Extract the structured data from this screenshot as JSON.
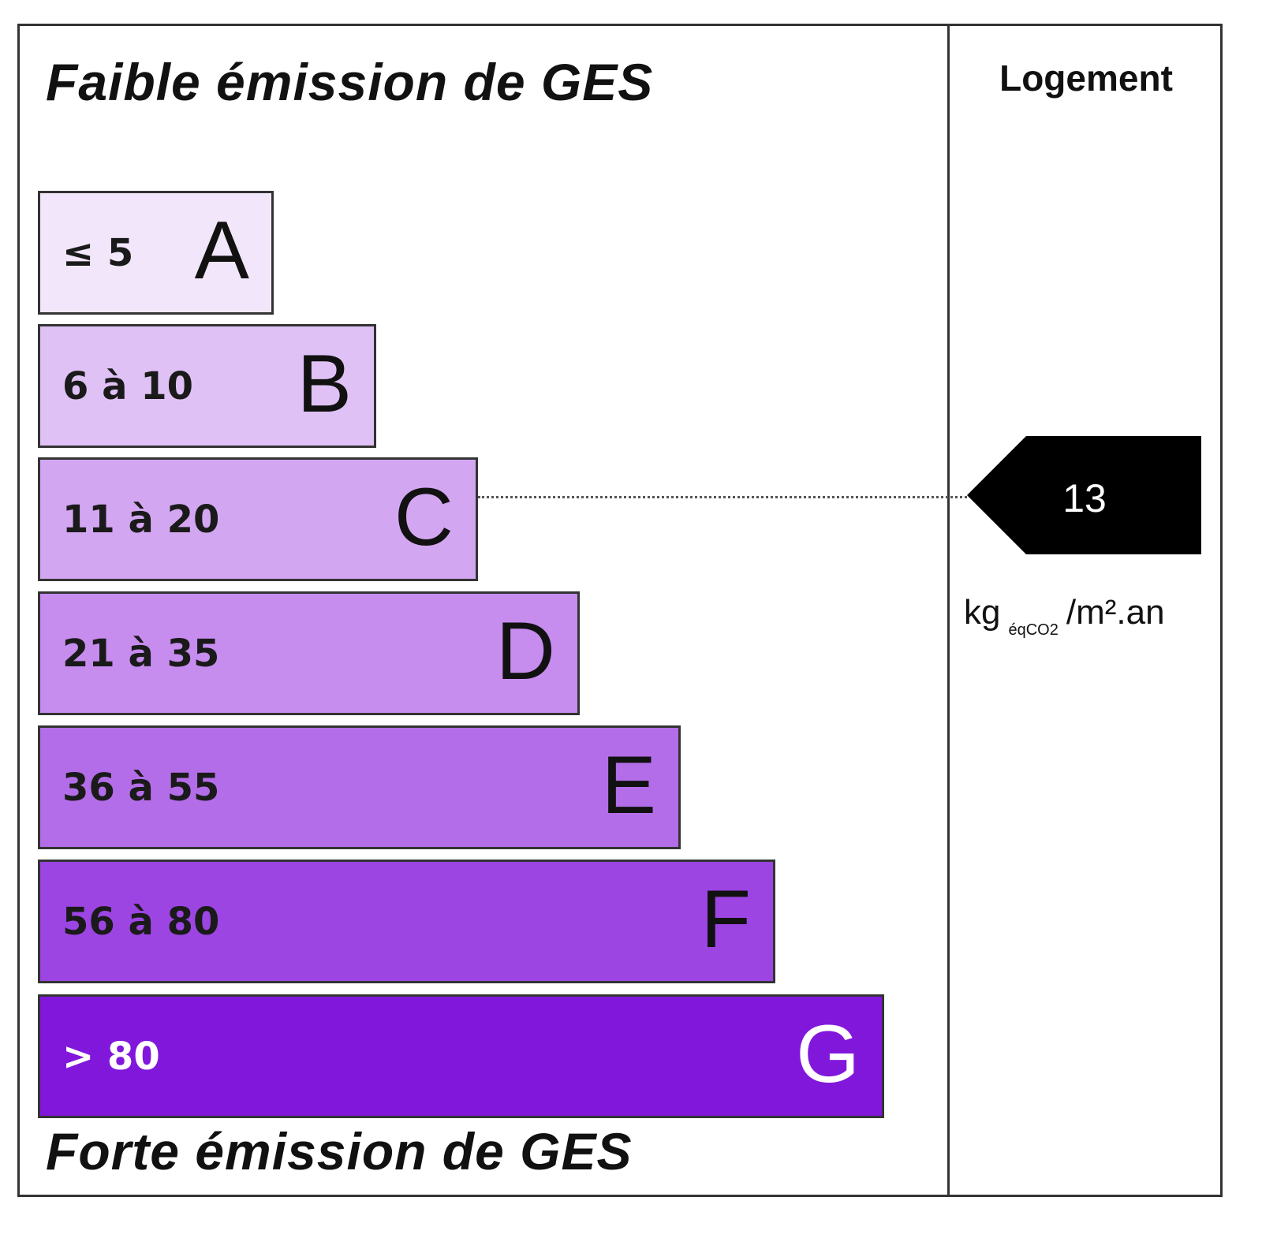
{
  "chart_data": {
    "type": "bar",
    "title_top": "Faible émission de GES",
    "title_bottom": "Forte émission de GES",
    "column_header": "Logement",
    "categories": [
      "A",
      "B",
      "C",
      "D",
      "E",
      "F",
      "G"
    ],
    "ranges": [
      "≤ 5",
      "6 à 10",
      "11 à 20",
      "21 à 35",
      "36 à 55",
      "56 à 80",
      "> 80"
    ],
    "colors": [
      "#f2e6fa",
      "#dfc1f5",
      "#d3a6f2",
      "#c68cee",
      "#b46de8",
      "#9c45e3",
      "#8217dc"
    ],
    "range_text_colors": [
      "#1a1a1a",
      "#1a1a1a",
      "#1a1a1a",
      "#1a1a1a",
      "#1a1a1a",
      "#1a1a1a",
      "#ffffff"
    ],
    "letter_colors": [
      "#111",
      "#111",
      "#111",
      "#111",
      "#111",
      "#111",
      "#ffffff"
    ],
    "value": 13,
    "value_class": "C",
    "unit": {
      "main": "kg",
      "sub": "éqCO2",
      "rest": "/m².an"
    }
  }
}
